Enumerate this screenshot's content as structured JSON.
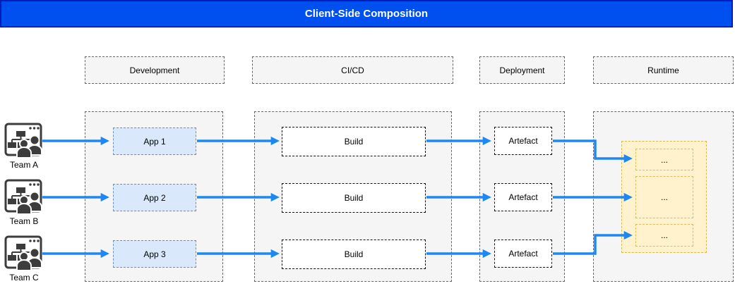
{
  "title": "Client-Side Composition",
  "columns": {
    "development": "Development",
    "cicd": "CI/CD",
    "deployment": "Deployment",
    "runtime": "Runtime"
  },
  "teams": [
    {
      "label": "Team A"
    },
    {
      "label": "Team B"
    },
    {
      "label": "Team C"
    }
  ],
  "apps": [
    {
      "label": "App 1"
    },
    {
      "label": "App 2"
    },
    {
      "label": "App 3"
    }
  ],
  "builds": [
    {
      "label": "Build"
    },
    {
      "label": "Build"
    },
    {
      "label": "Build"
    }
  ],
  "artefacts": [
    {
      "label": "Artefact"
    },
    {
      "label": "Artefact"
    },
    {
      "label": "Artefact"
    }
  ],
  "runtime_slots": [
    {
      "label": "..."
    },
    {
      "label": "..."
    },
    {
      "label": "..."
    }
  ],
  "icons": {
    "team": "browser-window-sitemap-users-icon"
  },
  "colors": {
    "banner_fill": "#0050ef",
    "banner_border": "#001dbc",
    "banner_text": "#ffffff",
    "arrow": "#1e88f2",
    "lane_fill": "#f5f5f5",
    "lane_border": "#666666",
    "app_fill": "#dae8fc",
    "app_border": "#6c8ebf",
    "box_border": "#111111",
    "runtime_fill": "#fff2cc",
    "runtime_border": "#d6b656",
    "runtime_border_light": "#ddbb60",
    "team_icon": "#3c3c3c"
  }
}
